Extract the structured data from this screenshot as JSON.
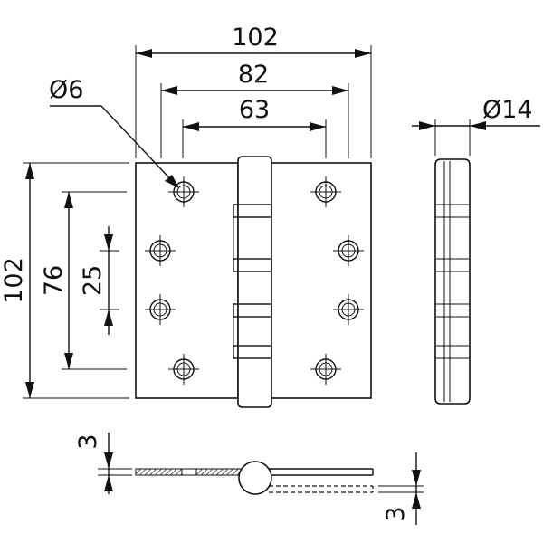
{
  "dimensions": {
    "width_total": "102",
    "width_mid": "82",
    "width_inner": "63",
    "hole_diameter": "Ø6",
    "knuckle_diameter": "Ø14",
    "height_total": "102",
    "height_outer_holes": "76",
    "height_inner_holes": "25",
    "leaf_thickness_top": "3",
    "leaf_thickness_bottom": "3"
  }
}
